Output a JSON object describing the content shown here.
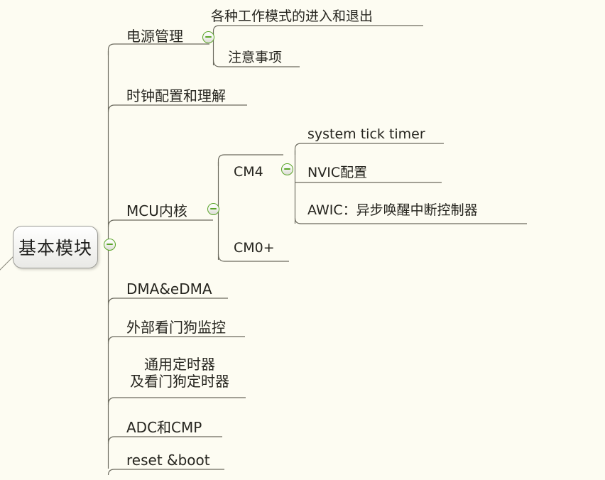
{
  "app": {
    "type": "mind-map",
    "background_color": "#fdfcf2",
    "branch_color": "#6b6a5e",
    "toggle_accent_color": "#5aa528",
    "text_color": "#26251f"
  },
  "root": {
    "label": "基本模块",
    "toggle_state": "expanded",
    "toggle_glyph": "minus"
  },
  "branches": [
    {
      "id": "power-management",
      "label": "电源管理",
      "toggle_state": "expanded",
      "children": [
        {
          "id": "work-modes",
          "label": "各种工作模式的进入和退出"
        },
        {
          "id": "notes",
          "label": "注意事项"
        }
      ]
    },
    {
      "id": "clock-config",
      "label": "时钟配置和理解",
      "children": []
    },
    {
      "id": "mcu-core",
      "label": "MCU内核",
      "toggle_state": "expanded",
      "children": [
        {
          "id": "cm4",
          "label": "CM4",
          "toggle_state": "expanded",
          "children": [
            {
              "id": "systick",
              "label": "system tick timer"
            },
            {
              "id": "nvic",
              "label": "NVIC配置"
            },
            {
              "id": "awic",
              "label": "AWIC：异步唤醒中断控制器"
            }
          ]
        },
        {
          "id": "cm0plus",
          "label": "CM0+",
          "children": []
        }
      ]
    },
    {
      "id": "dma",
      "label": "DMA&eDMA",
      "children": []
    },
    {
      "id": "ext-watchdog",
      "label": "外部看门狗监控",
      "children": []
    },
    {
      "id": "timers",
      "label": "通用定时器\n及看门狗定时器",
      "children": []
    },
    {
      "id": "adc-cmp",
      "label": "ADC和CMP",
      "children": []
    },
    {
      "id": "reset-boot",
      "label": "reset &boot",
      "children": []
    }
  ]
}
